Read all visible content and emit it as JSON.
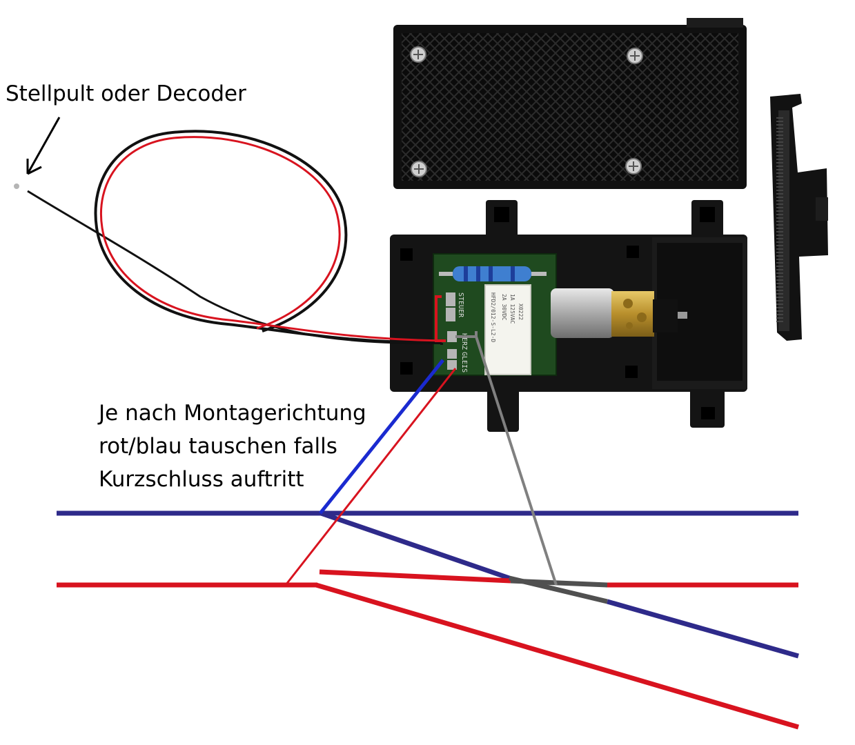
{
  "labels": {
    "controller": "Stellpult oder Decoder",
    "note_lines": [
      "Je nach Montagerichtung",
      "rot/blau tauschen falls",
      "Kurzschluss auftritt"
    ]
  },
  "pcb_labels": {
    "steuer": "STEUER",
    "herz": "HERZ",
    "gleis": "GLEIS"
  },
  "relay": {
    "model": "HFD2/012-S-L2-D",
    "ratings": [
      "2A 30VDC",
      "1A 125VAC"
    ],
    "code": "X0222"
  },
  "colors": {
    "rail_blue": "#2e2a8a",
    "rail_red": "#d8131f",
    "wire_blue": "#1a2ad0",
    "wire_red": "#d8131f",
    "wire_gray": "#808080",
    "frog_gray": "#505050",
    "housing": "#141414",
    "pcb": "#1f4a1f"
  }
}
